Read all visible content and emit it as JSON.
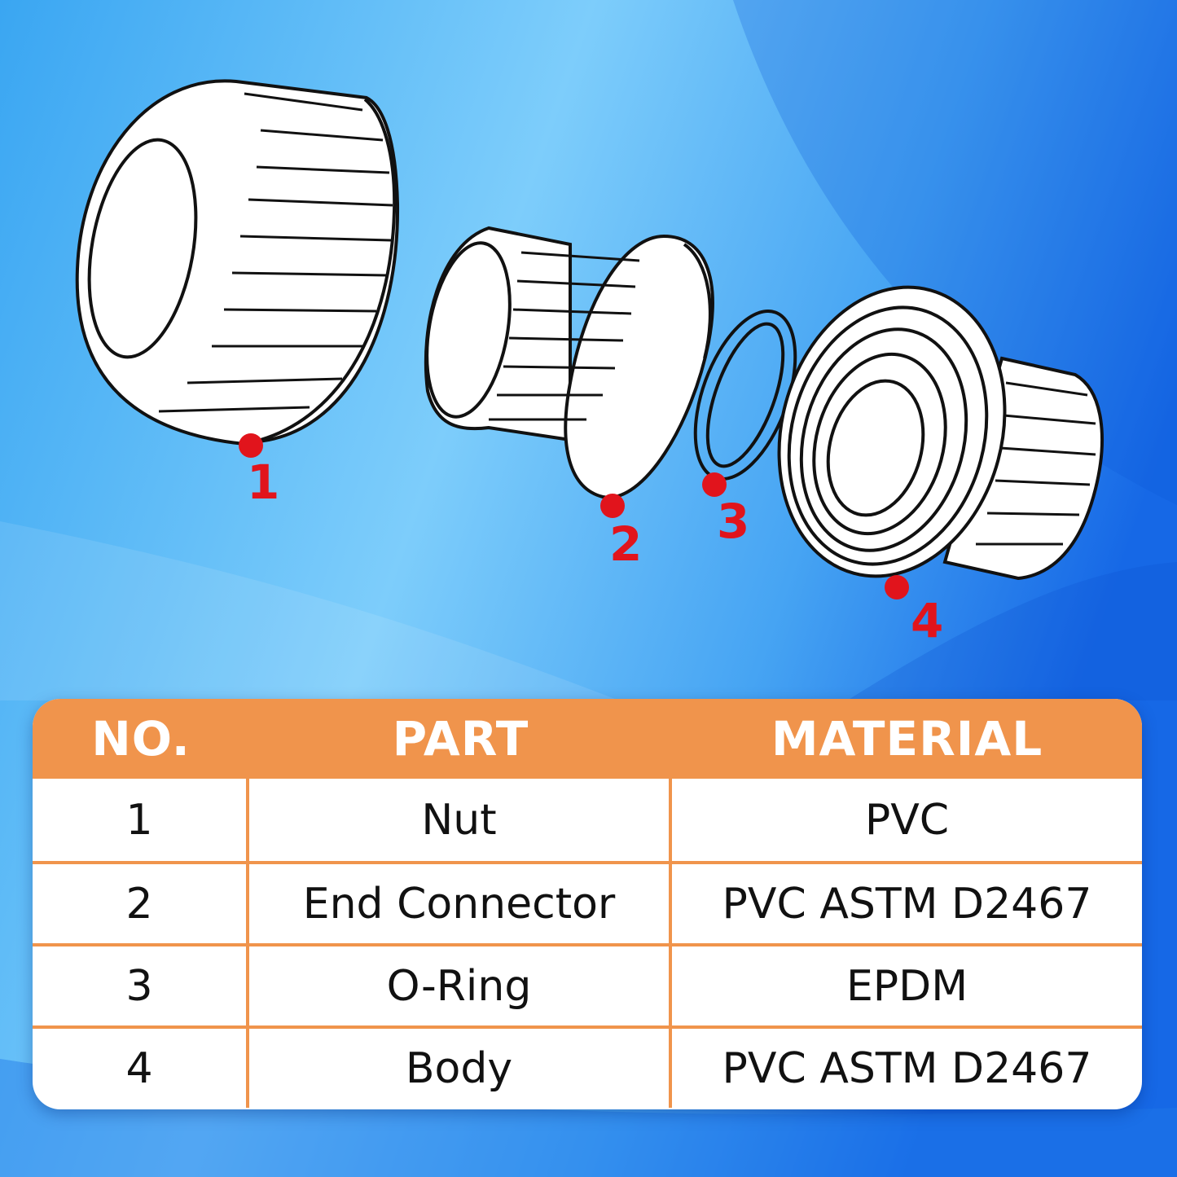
{
  "callouts": [
    "1",
    "2",
    "3",
    "4"
  ],
  "table": {
    "headers": [
      "NO.",
      "PART",
      "MATERIAL"
    ],
    "rows": [
      {
        "no": "1",
        "part": "Nut",
        "material": "PVC"
      },
      {
        "no": "2",
        "part": "End Connector",
        "material": "PVC ASTM D2467"
      },
      {
        "no": "3",
        "part": "O-Ring",
        "material": "EPDM"
      },
      {
        "no": "4",
        "part": "Body",
        "material": "PVC ASTM D2467"
      }
    ]
  },
  "colors": {
    "header_orange": "#f0944c",
    "callout_red": "#e1141c",
    "bg_light_blue": "#7ccdfa",
    "bg_deep_blue": "#1a6fe8"
  }
}
